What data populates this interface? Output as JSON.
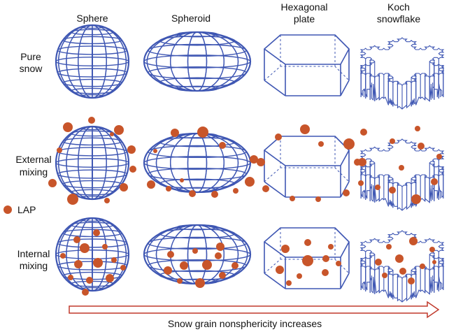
{
  "columns": {
    "sphere": "Sphere",
    "spheroid": "Spheroid",
    "hex_line1": "Hexagonal",
    "hex_line2": "plate",
    "koch_line1": "Koch",
    "koch_line2": "snowflake"
  },
  "rows": {
    "pure_line1": "Pure",
    "pure_line2": "snow",
    "ext_line1": "External",
    "ext_line2": "mixing",
    "int_line1": "Internal",
    "int_line2": "mixing"
  },
  "legend": {
    "lap_label": "LAP"
  },
  "footer": {
    "arrow_caption": "Snow grain nonsphericity increases"
  },
  "colors": {
    "grain": "#3f57b3",
    "lap": "#c8552a",
    "arrow": "#c0392b"
  }
}
